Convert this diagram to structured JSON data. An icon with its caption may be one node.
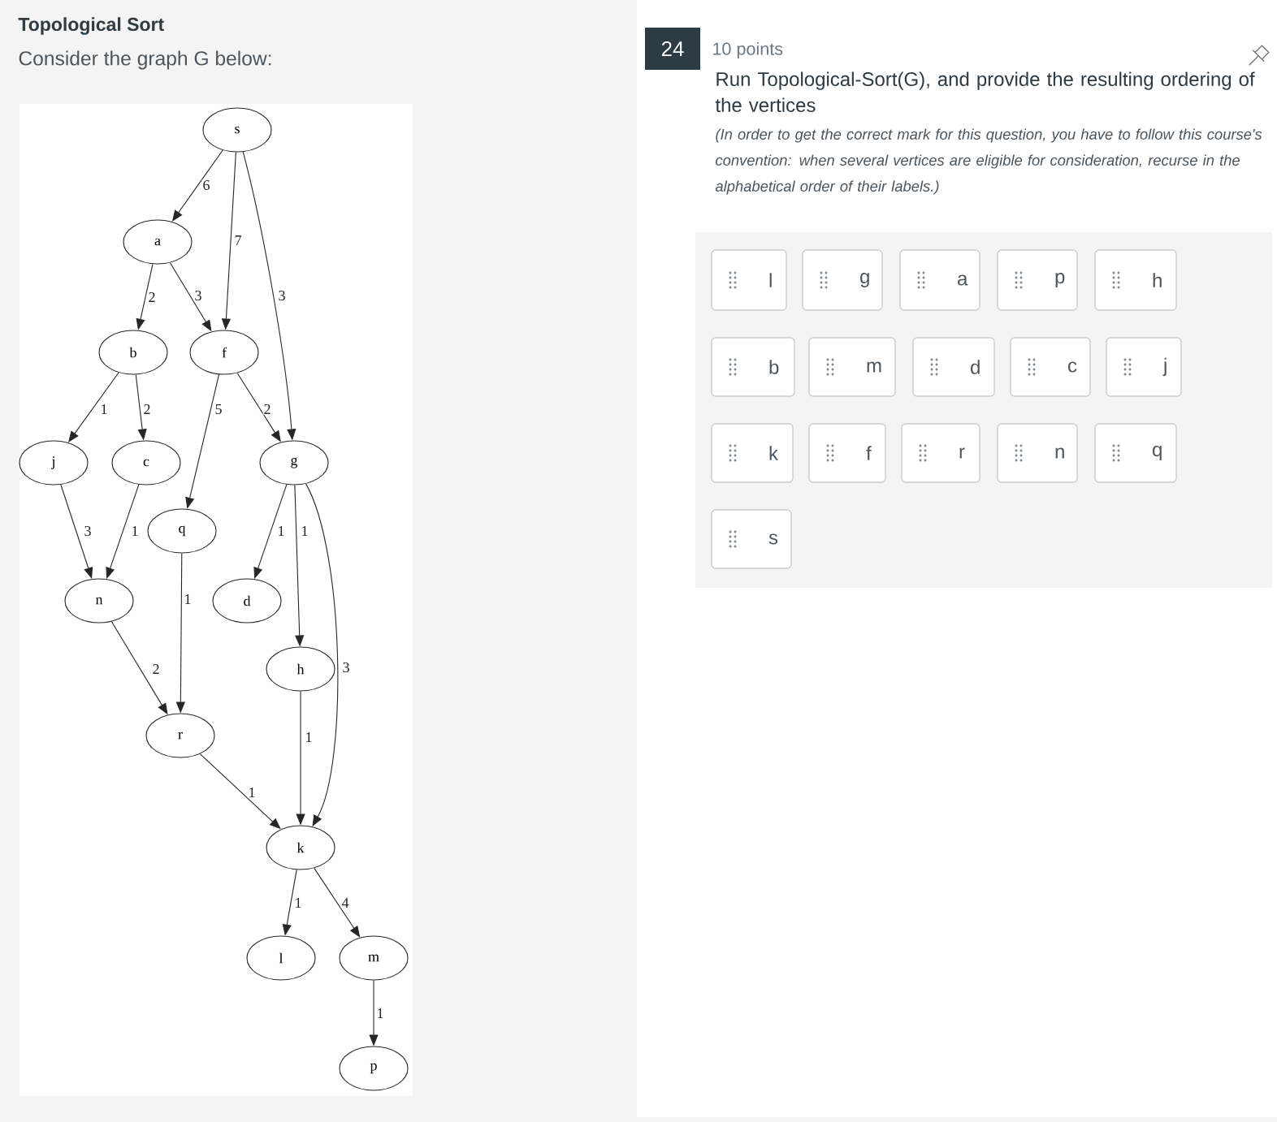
{
  "diagram": {
    "title": "Topological Sort",
    "nodes": [
      {
        "text": [
          "s"
        ]
      },
      {
        "text": [
          "a"
        ]
      },
      {
        "text": [
          "b"
        ]
      },
      {
        "text": [
          "f"
        ]
      },
      {
        "text": [
          "j"
        ]
      },
      {
        "text": [
          "c"
        ]
      },
      {
        "text": [
          "g"
        ]
      },
      {
        "text": [
          "q"
        ]
      },
      {
        "text": [
          "n"
        ]
      },
      {
        "text": [
          "d"
        ]
      },
      {
        "text": [
          "h"
        ]
      },
      {
        "text": [
          "r"
        ]
      },
      {
        "text": [
          "k"
        ]
      },
      {
        "text": [
          "l"
        ]
      },
      {
        "text": [
          "m"
        ]
      },
      {
        "text": [
          "p"
        ]
      },
      {
        "text": [
          "24"
        ]
      },
      {
        "text": [
          "l"
        ]
      },
      {
        "text": [
          "g"
        ]
      },
      {
        "text": [
          "a"
        ]
      },
      {
        "text": [
          "p"
        ]
      },
      {
        "text": [
          "h"
        ]
      },
      {
        "text": [
          "b"
        ]
      },
      {
        "text": [
          "m"
        ]
      },
      {
        "text": [
          "d"
        ]
      },
      {
        "text": [
          "c"
        ]
      },
      {
        "text": [
          "j"
        ]
      },
      {
        "text": [
          "k"
        ]
      },
      {
        "text": [
          "f"
        ]
      },
      {
        "text": [
          "r"
        ]
      },
      {
        "text": [
          "n"
        ]
      },
      {
        "text": [
          "q"
        ]
      },
      {
        "text": [
          "s"
        ]
      }
    ],
    "edges": [
      {
        "from": 0,
        "to": 1,
        "arrow": "to",
        "label": "6"
      },
      {
        "from": 0,
        "to": 3,
        "arrow": "to",
        "label": "7"
      },
      {
        "from": 0,
        "to": 6,
        "arrow": "to",
        "label": "3"
      },
      {
        "from": 1,
        "to": 2,
        "arrow": "to",
        "label": "2"
      },
      {
        "from": 1,
        "to": 3,
        "arrow": "to",
        "label": "3"
      },
      {
        "from": 2,
        "to": 4,
        "arrow": "to",
        "label": "1"
      },
      {
        "from": 2,
        "to": 5,
        "arrow": "to",
        "label": "2"
      },
      {
        "from": 3,
        "to": 7,
        "arrow": "to",
        "label": "5"
      },
      {
        "from": 3,
        "to": 6,
        "arrow": "to",
        "label": "2"
      },
      {
        "from": 4,
        "to": 8,
        "arrow": "to",
        "label": "3"
      },
      {
        "from": 5,
        "to": 8,
        "arrow": "to",
        "label": "1"
      },
      {
        "from": 7,
        "to": 11,
        "arrow": "to",
        "label": "1"
      },
      {
        "from": 6,
        "to": 9,
        "arrow": "to",
        "label": "1"
      },
      {
        "from": 6,
        "to": 10,
        "arrow": "to",
        "label": "1"
      },
      {
        "from": 6,
        "to": 12,
        "arrow": "to",
        "label": "3"
      },
      {
        "from": 8,
        "to": 11,
        "arrow": "to",
        "label": "2"
      },
      {
        "from": 10,
        "to": 12,
        "arrow": "to",
        "label": "1"
      },
      {
        "from": 11,
        "to": 12,
        "arrow": "to",
        "label": "1"
      },
      {
        "from": 12,
        "to": 13,
        "arrow": "to",
        "label": "1"
      },
      {
        "from": 12,
        "to": 14,
        "arrow": "to",
        "label": "4"
      },
      {
        "from": 14,
        "to": 15,
        "arrow": "to",
        "label": "1"
      }
    ],
    "labels": [
      "Consider the graph G below:",
      "10 points",
      "Run Topological-Sort(G), and provide the resulting ordering of the vertices",
      "(In order to get the correct mark for this question, you have to follow this course's convention: when several vertices are eligible for consideration, recurse in the alphabetical order of their labels.)"
    ]
  }
}
